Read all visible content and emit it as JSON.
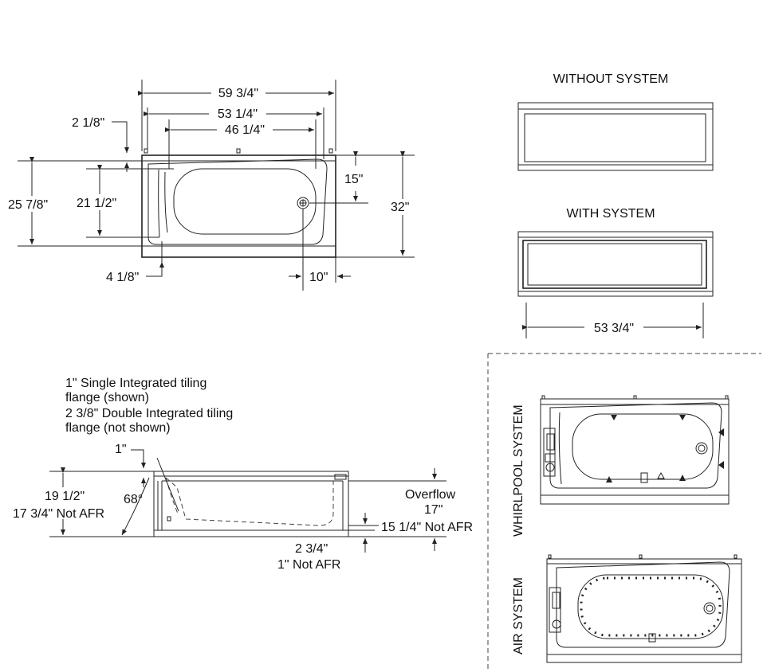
{
  "views": {
    "without_system": "WITHOUT SYSTEM",
    "with_system": "WITH SYSTEM",
    "whirlpool_system": "WHIRLPOOL SYSTEM",
    "air_system": "AIR SYSTEM"
  },
  "plan_dims": {
    "overall_length": "59 3/4\"",
    "inner_length": "53 1/4\"",
    "basin_length": "46 1/4\"",
    "flange_offset": "2 1/8\"",
    "drain_offset_v": "15\"",
    "width": "32\"",
    "outer_width": "25 7/8\"",
    "basin_width": "21 1/2\"",
    "bottom_offset": "4 1/8\"",
    "drain_offset_h": "10\""
  },
  "elevation_dims": {
    "system_length": "53 3/4\""
  },
  "section_notes": {
    "line1": "1\" Single Integrated tiling",
    "line2": "flange (shown)",
    "line3": "2 3/8\" Double Integrated tiling",
    "line4": "flange (not shown)"
  },
  "section_dims": {
    "flange": "1\"",
    "height": "19 1/2\"",
    "height_not_afr": "17 3/4\" Not AFR",
    "angle": "68°",
    "overflow_label": "Overflow",
    "overflow_value": "17\"",
    "overflow_not_afr": "15 1/4\" Not AFR",
    "apron_value": "2 3/4\"",
    "apron_not_afr": "1\" Not AFR"
  }
}
